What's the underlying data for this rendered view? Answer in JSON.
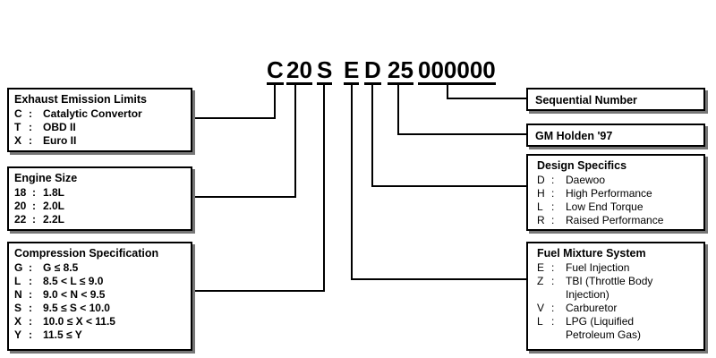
{
  "code": {
    "exhaust": "C",
    "engine": "20",
    "compression": "S",
    "fuel": "E",
    "design": "D",
    "maker": "25",
    "sequence": "000000"
  },
  "exhaust_box": {
    "title": "Exhaust Emission Limits",
    "items": [
      {
        "key": "C",
        "sep": ":",
        "value": "Catalytic Convertor"
      },
      {
        "key": "T",
        "sep": ":",
        "value": "OBD II"
      },
      {
        "key": "X",
        "sep": ":",
        "value": "Euro II"
      }
    ]
  },
  "engine_box": {
    "title": "Engine Size",
    "items": [
      {
        "key": "18",
        "sep": ":",
        "value": "1.8L"
      },
      {
        "key": "20",
        "sep": ":",
        "value": "2.0L"
      },
      {
        "key": "22",
        "sep": ":",
        "value": "2.2L"
      }
    ]
  },
  "compression_box": {
    "title": "Compression Specification",
    "items": [
      {
        "key": "G",
        "sep": ":",
        "value": "G ≤ 8.5"
      },
      {
        "key": "L",
        "sep": ":",
        "value": "8.5 < L ≤ 9.0"
      },
      {
        "key": "N",
        "sep": ":",
        "value": "9.0 < N < 9.5"
      },
      {
        "key": "S",
        "sep": ":",
        "value": "9.5 ≤ S < 10.0"
      },
      {
        "key": "X",
        "sep": ":",
        "value": "10.0 ≤ X < 11.5"
      },
      {
        "key": "Y",
        "sep": ":",
        "value": "11.5 ≤ Y"
      }
    ]
  },
  "sequential_box": {
    "title": "Sequential Number"
  },
  "holden_box": {
    "title": "GM Holden '97"
  },
  "design_box": {
    "title": "Design Specifics",
    "items": [
      {
        "key": "D",
        "sep": ":",
        "value": "Daewoo"
      },
      {
        "key": "H",
        "sep": ":",
        "value": "High Performance"
      },
      {
        "key": "L",
        "sep": ":",
        "value": "Low End Torque"
      },
      {
        "key": "R",
        "sep": ":",
        "value": "Raised Performance"
      }
    ]
  },
  "fuel_box": {
    "title": "Fuel Mixture System",
    "items": [
      {
        "key": "E",
        "sep": ":",
        "value": "Fuel Injection"
      },
      {
        "key": "Z",
        "sep": ":",
        "value": "TBI (Throttle Body Injection)"
      },
      {
        "key": "V",
        "sep": ":",
        "value": "Carburetor"
      },
      {
        "key": "L",
        "sep": ":",
        "value": "LPG (Liquified Petroleum Gas)"
      }
    ]
  }
}
